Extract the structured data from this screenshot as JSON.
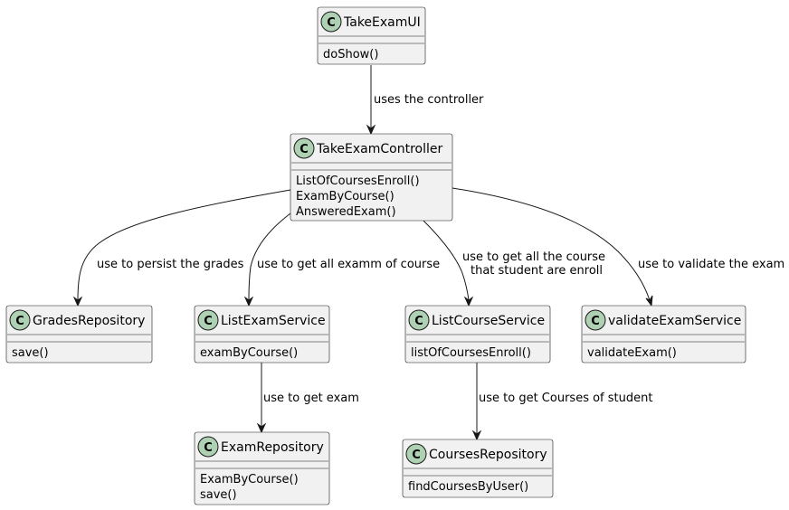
{
  "classes": {
    "take_exam_ui": {
      "stereotype": "C",
      "name": "TakeExamUI",
      "methods": [
        "doShow()"
      ]
    },
    "take_exam_controller": {
      "stereotype": "C",
      "name": "TakeExamController",
      "methods": [
        "ListOfCoursesEnroll()",
        "ExamByCourse()",
        "AnsweredExam()"
      ]
    },
    "grades_repository": {
      "stereotype": "C",
      "name": "GradesRepository",
      "methods": [
        "save()"
      ]
    },
    "list_exam_service": {
      "stereotype": "C",
      "name": "ListExamService",
      "methods": [
        "examByCourse()"
      ]
    },
    "list_course_service": {
      "stereotype": "C",
      "name": "ListCourseService",
      "methods": [
        "listOfCoursesEnroll()"
      ]
    },
    "validate_exam_service": {
      "stereotype": "C",
      "name": "validateExamService",
      "methods": [
        "validateExam()"
      ]
    },
    "exam_repository": {
      "stereotype": "C",
      "name": "ExamRepository",
      "methods": [
        "ExamByCourse()",
        "save()"
      ]
    },
    "courses_repository": {
      "stereotype": "C",
      "name": "CoursesRepository",
      "methods": [
        "findCoursesByUser()"
      ]
    }
  },
  "relations": {
    "ui_to_controller": {
      "from": "TakeExamUI",
      "to": "TakeExamController",
      "label": [
        "uses the controller"
      ]
    },
    "controller_to_grades": {
      "from": "TakeExamController",
      "to": "GradesRepository",
      "label": [
        "use to persist the grades"
      ]
    },
    "controller_to_list_exam": {
      "from": "TakeExamController",
      "to": "ListExamService",
      "label": [
        "use to get all examm of course"
      ]
    },
    "controller_to_list_course": {
      "from": "TakeExamController",
      "to": "ListCourseService",
      "label": [
        "use to get all the course",
        "that student are enroll"
      ]
    },
    "controller_to_validate": {
      "from": "TakeExamController",
      "to": "validateExamService",
      "label": [
        "use to validate the exam"
      ]
    },
    "list_exam_to_exam_repo": {
      "from": "ListExamService",
      "to": "ExamRepository",
      "label": [
        "use to get exam"
      ]
    },
    "list_course_to_courses_repo": {
      "from": "ListCourseService",
      "to": "CoursesRepository",
      "label": [
        "use to get Courses of student"
      ]
    }
  },
  "colors": {
    "class_fill": "#f1f1f1",
    "class_border": "#181818",
    "stereotype_circle": "#add1b2",
    "edge": "#181818"
  }
}
